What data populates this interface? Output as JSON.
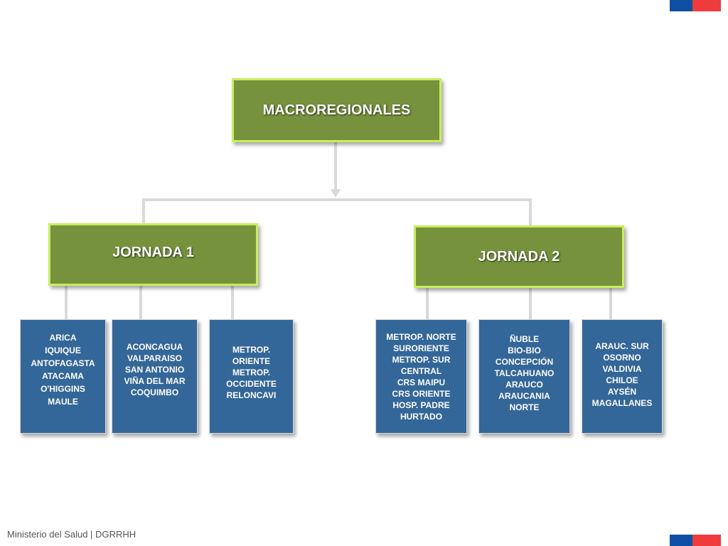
{
  "diagram": {
    "root": {
      "label": "MACROREGIONALES"
    },
    "jornadas": [
      {
        "label": "JORNADA 1",
        "groups": [
          {
            "lines": [
              "ARICA",
              "IQUIQUE",
              "ANTOFAGASTA",
              "ATACAMA",
              "O'HIGGINS",
              "MAULE"
            ]
          },
          {
            "lines": [
              "ACONCAGUA",
              "VALPARAISO",
              "SAN ANTONIO",
              "VIÑA DEL MAR",
              "COQUIMBO"
            ]
          },
          {
            "lines": [
              "METROP.",
              "ORIENTE",
              "METROP.",
              "OCCIDENTE",
              "RELONCAVI"
            ]
          }
        ]
      },
      {
        "label": "JORNADA 2",
        "groups": [
          {
            "lines": [
              "METROP. NORTE",
              "SURORIENTE",
              "METROP. SUR",
              "CENTRAL",
              "CRS MAIPU",
              "CRS ORIENTE",
              "HOSP. PADRE",
              "HURTADO"
            ]
          },
          {
            "lines": [
              "ÑUBLE",
              "BIO-BIO",
              "CONCEPCIÓN",
              "TALCAHUANO",
              "ARAUCO",
              "ARAUCANIA",
              "NORTE"
            ]
          },
          {
            "lines": [
              "ARAUC. SUR",
              "OSORNO",
              "VALDIVIA",
              "CHILOE",
              "AYSÉN",
              "MAGALLANES"
            ]
          }
        ]
      }
    ]
  },
  "footer": {
    "text": "Ministerio del Salud | DGRRHH"
  },
  "colors": {
    "green_box": "#76923c",
    "green_border": "#c6ef5a",
    "blue_box": "#336699",
    "connector": "#d9d9d9",
    "flag_blue": "#0f4fa3",
    "flag_red": "#ef3b3b"
  }
}
